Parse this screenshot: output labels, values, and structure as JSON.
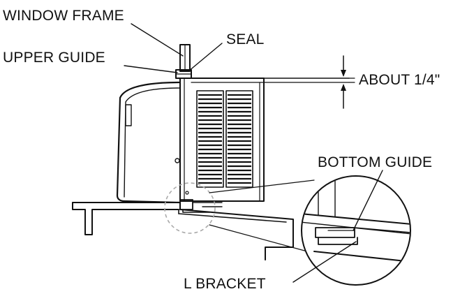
{
  "labels": {
    "window_frame": "WINDOW FRAME",
    "seal": "SEAL",
    "upper_guide": "UPPER GUIDE",
    "about": "ABOUT 1/4\"",
    "bottom_guide": "BOTTOM GUIDE",
    "l_bracket": "L BRACKET"
  },
  "colors": {
    "line": "#111111",
    "background": "#ffffff",
    "dashed_circle": "#aaaaaa"
  }
}
